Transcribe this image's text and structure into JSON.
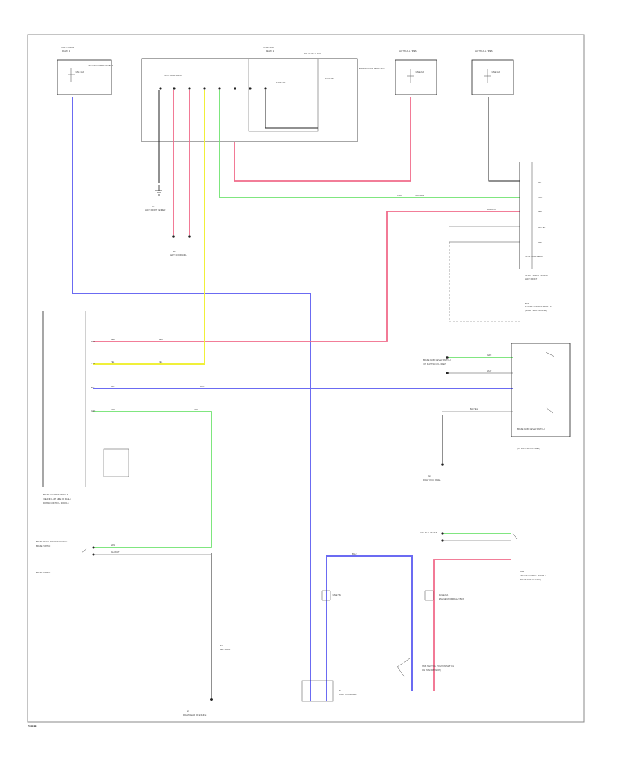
{
  "diagram": {
    "footer_label": "W●●●●●",
    "colors": {
      "blue_wire": "#6b6bf2",
      "red_wire": "#f06b8a",
      "green_wire": "#6fe36f",
      "yellow_wire": "#f0f03a",
      "black_wire": "#222222",
      "frame": "#888888"
    },
    "labels": {
      "hot_start_left": "HOT IN START",
      "hot_start_left_b": "RELAY 1",
      "hot_run_center": "HOT IN RUN",
      "hot_run_center_b": "RELAY 2",
      "hot_at_all": "HOT AT ALL TIMES",
      "hot_at_right1": "HOT AT ALL TIMES",
      "hot_at_right2": "HOT AT ALL TIMES",
      "fuse_a": "FUSE 10A",
      "fuse_b": "FUSE 15A",
      "fuse_c": "FUSE 7.5A",
      "fuse_d": "FUSE 20A",
      "fuse_e": "FUSE 10A",
      "relay_box": "ENGINE ROOM RELAY BOX",
      "ground_left": "G1",
      "ground_left_b": "LEFT FRONT FENDER",
      "ground_center": "G2",
      "ground_center_b": "LEFT KICK PANEL",
      "stop_relay": "STOP LAMP RELAY",
      "module_main": "BRAKE CONTROL MODULE",
      "module_main_b": "(BEHIND LEFT SIDE OF DASH)",
      "module_main_c": "POWER CONTROL MODULE",
      "switch_left": "BRAKE PEDAL POSITION SWITCH",
      "switch_left_b": "BRAKE SWITCH",
      "switch_right": "BRAKE FLUID LEVEL SWITCH",
      "switch_right_b": "(ON MASTER CYLINDER)",
      "sensor_right": "WHEEL SPEED SENSOR",
      "sensor_right_b": "LEFT FRONT",
      "neutral_switch": "PARK NEUTRAL POSITION SWITCH",
      "neutral_switch_b": "(ON TRANSMISSION)",
      "g_bottom_left": "G3",
      "g_bottom_left_b": "RIGHT REAR OF ENGINE",
      "g_bottom_center": "G4",
      "g_bottom_center_b": "RIGHT KICK PANEL",
      "ecm": "ECM",
      "ecm_b": "ENGINE CONTROL MODULE",
      "ecm_c": "(RIGHT SIDE OF DASH)",
      "stop_g": "G5",
      "stop_g_b": "LEFT REAR"
    },
    "wire_codes": {
      "blu": "BLU",
      "red": "RED",
      "grn": "GRN",
      "yel": "YEL",
      "blk": "BLK",
      "wht": "WHT",
      "brn": "BRN",
      "grn_wht": "GRN/WHT",
      "red_blk": "RED/BLK",
      "blk_yel": "BLK/YEL",
      "blu_wht": "BLU/WHT"
    }
  }
}
